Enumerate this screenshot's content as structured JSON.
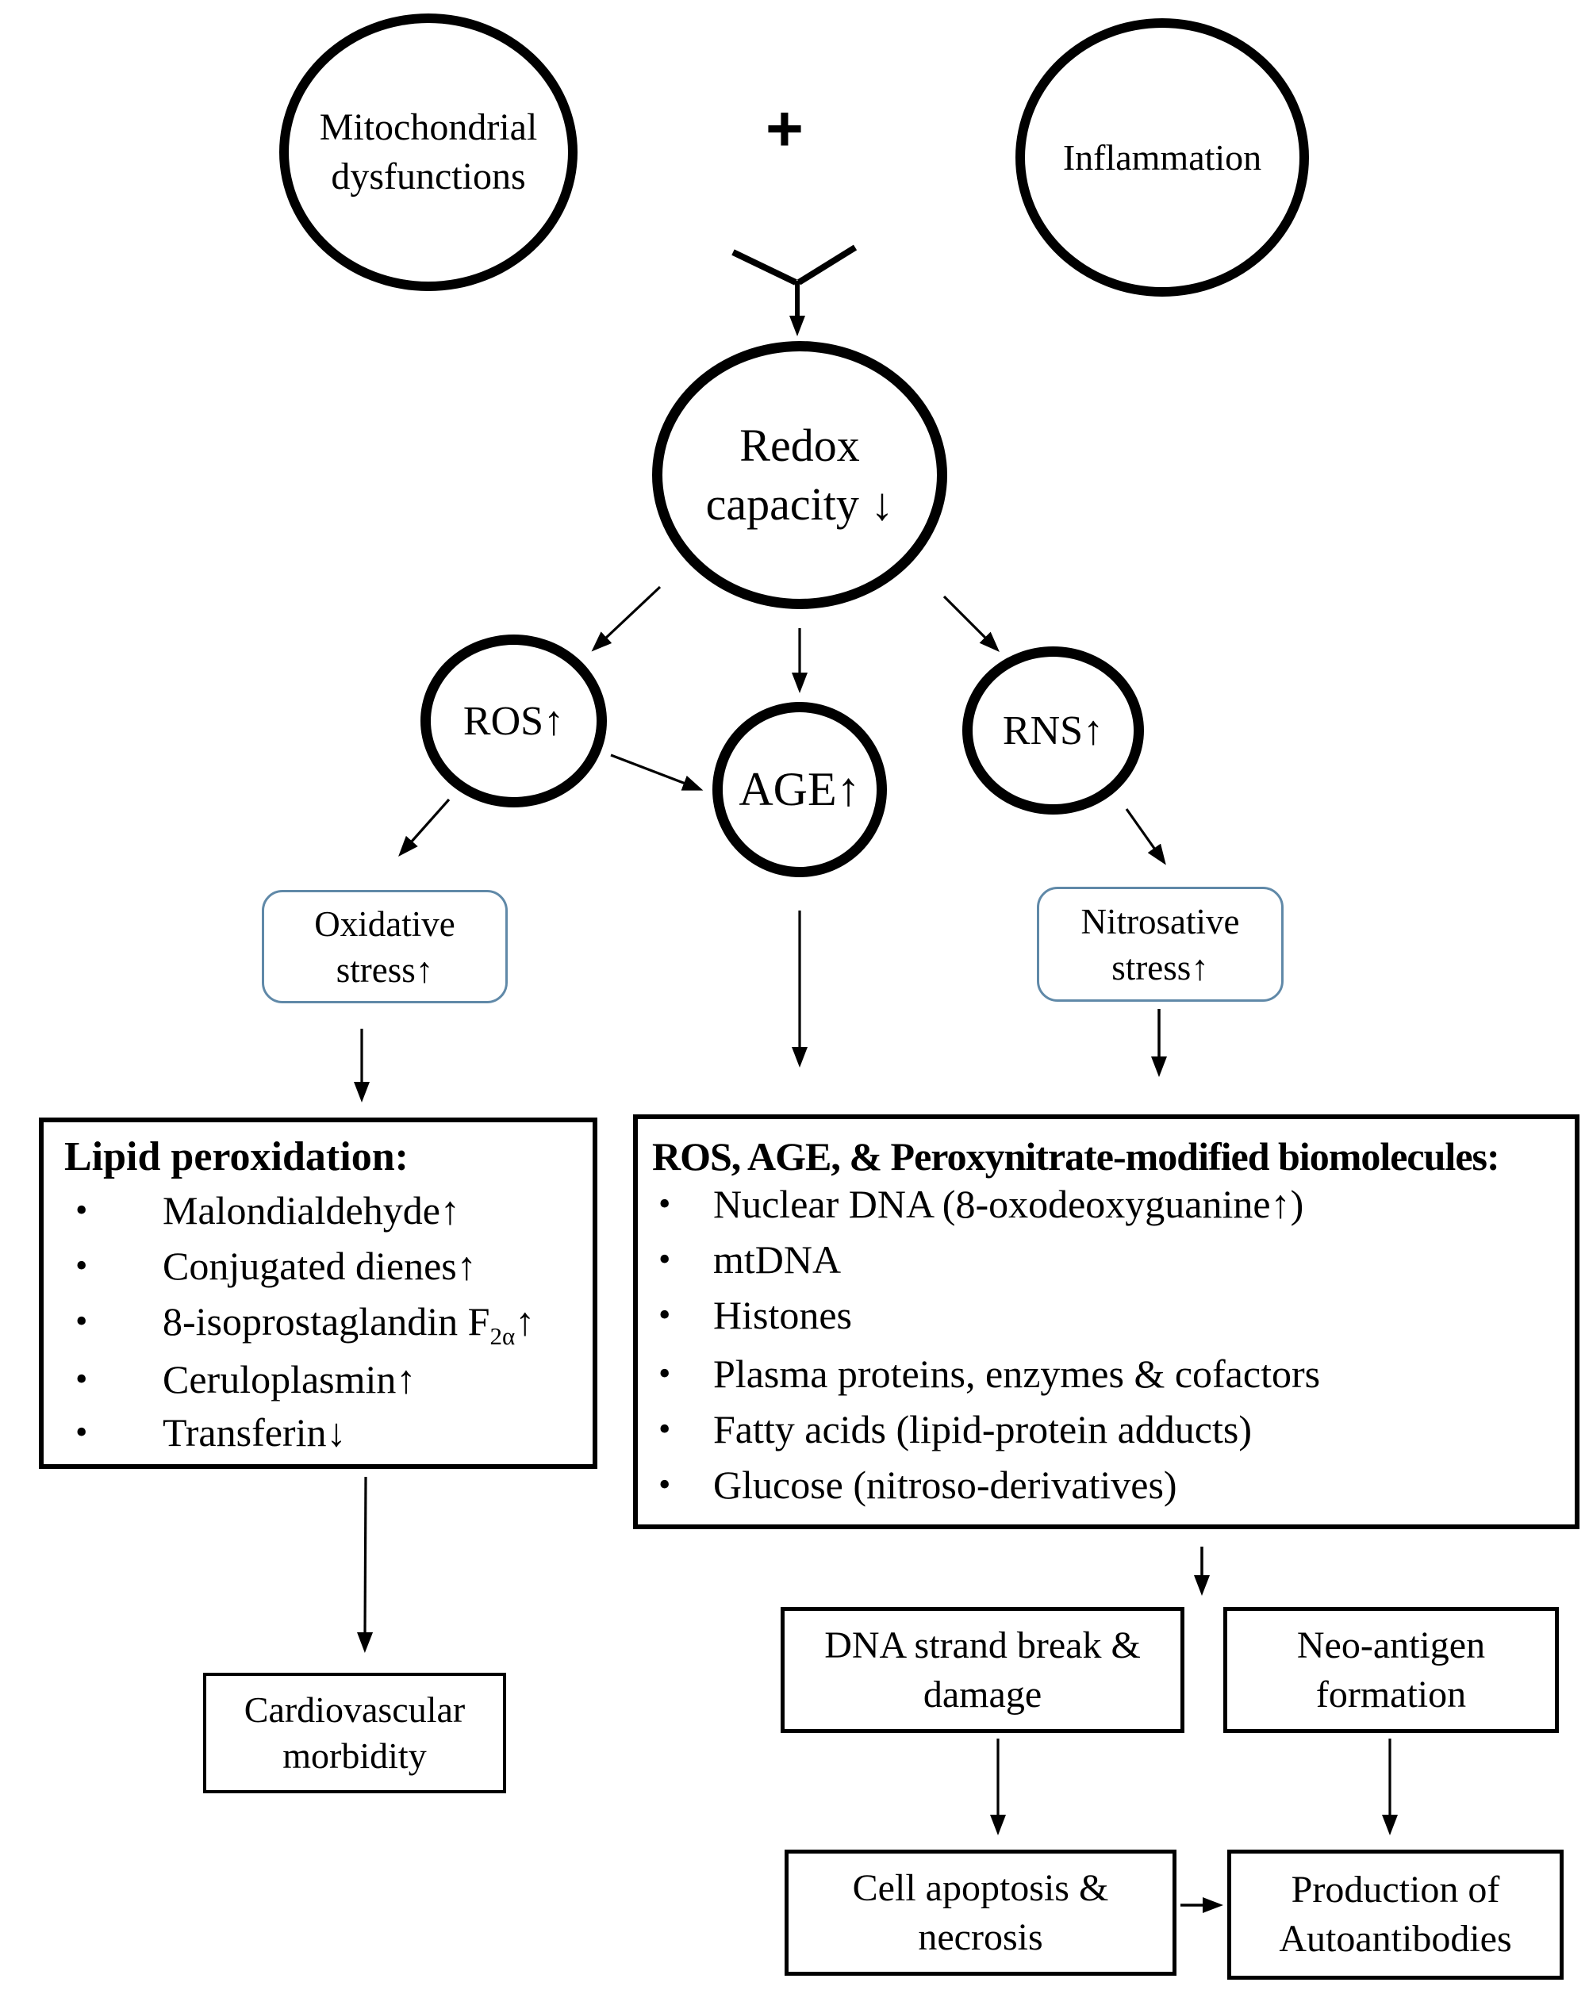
{
  "glyphs": {
    "plus": "+",
    "bullet": "•"
  },
  "colors": {
    "stress_box_border": "#6089a8",
    "ink": "#000000",
    "background": "#ffffff"
  },
  "nodes": {
    "mitochondrial": "Mitochondrial dysfunctions",
    "inflammation": "Inflammation",
    "redox": "Redox capacity ↓",
    "ros": "ROS↑",
    "age": "AGE↑",
    "rns": "RNS↑",
    "oxidative": "Oxidative stress↑",
    "nitrosative": "Nitrosative stress↑"
  },
  "lipid": {
    "title": "Lipid peroxidation:",
    "item1": "Malondialdehyde↑",
    "item2": "Conjugated dienes↑",
    "item3_pre": "8-isoprostaglandin F",
    "item3_sub": "2α",
    "item3_post": "↑",
    "item4": "Ceruloplasmin↑",
    "item5": "Transferin↓"
  },
  "biomolecules": {
    "title": "ROS, AGE, & Peroxynitrate-modified biomolecules:",
    "item1": "Nuclear DNA (8-oxodeoxyguanine↑)",
    "item2": "mtDNA",
    "item3": "Histones",
    "item4": "Plasma proteins, enzymes & cofactors",
    "item5": "Fatty acids (lipid-protein adducts)",
    "item6": "Glucose (nitroso-derivatives)"
  },
  "outcomes": {
    "cardiovascular": "Cardiovascular morbidity",
    "dna": "DNA strand break & damage",
    "neo": "Neo-antigen formation",
    "cell": "Cell apoptosis & necrosis",
    "production": "Production of Autoantibodies"
  }
}
